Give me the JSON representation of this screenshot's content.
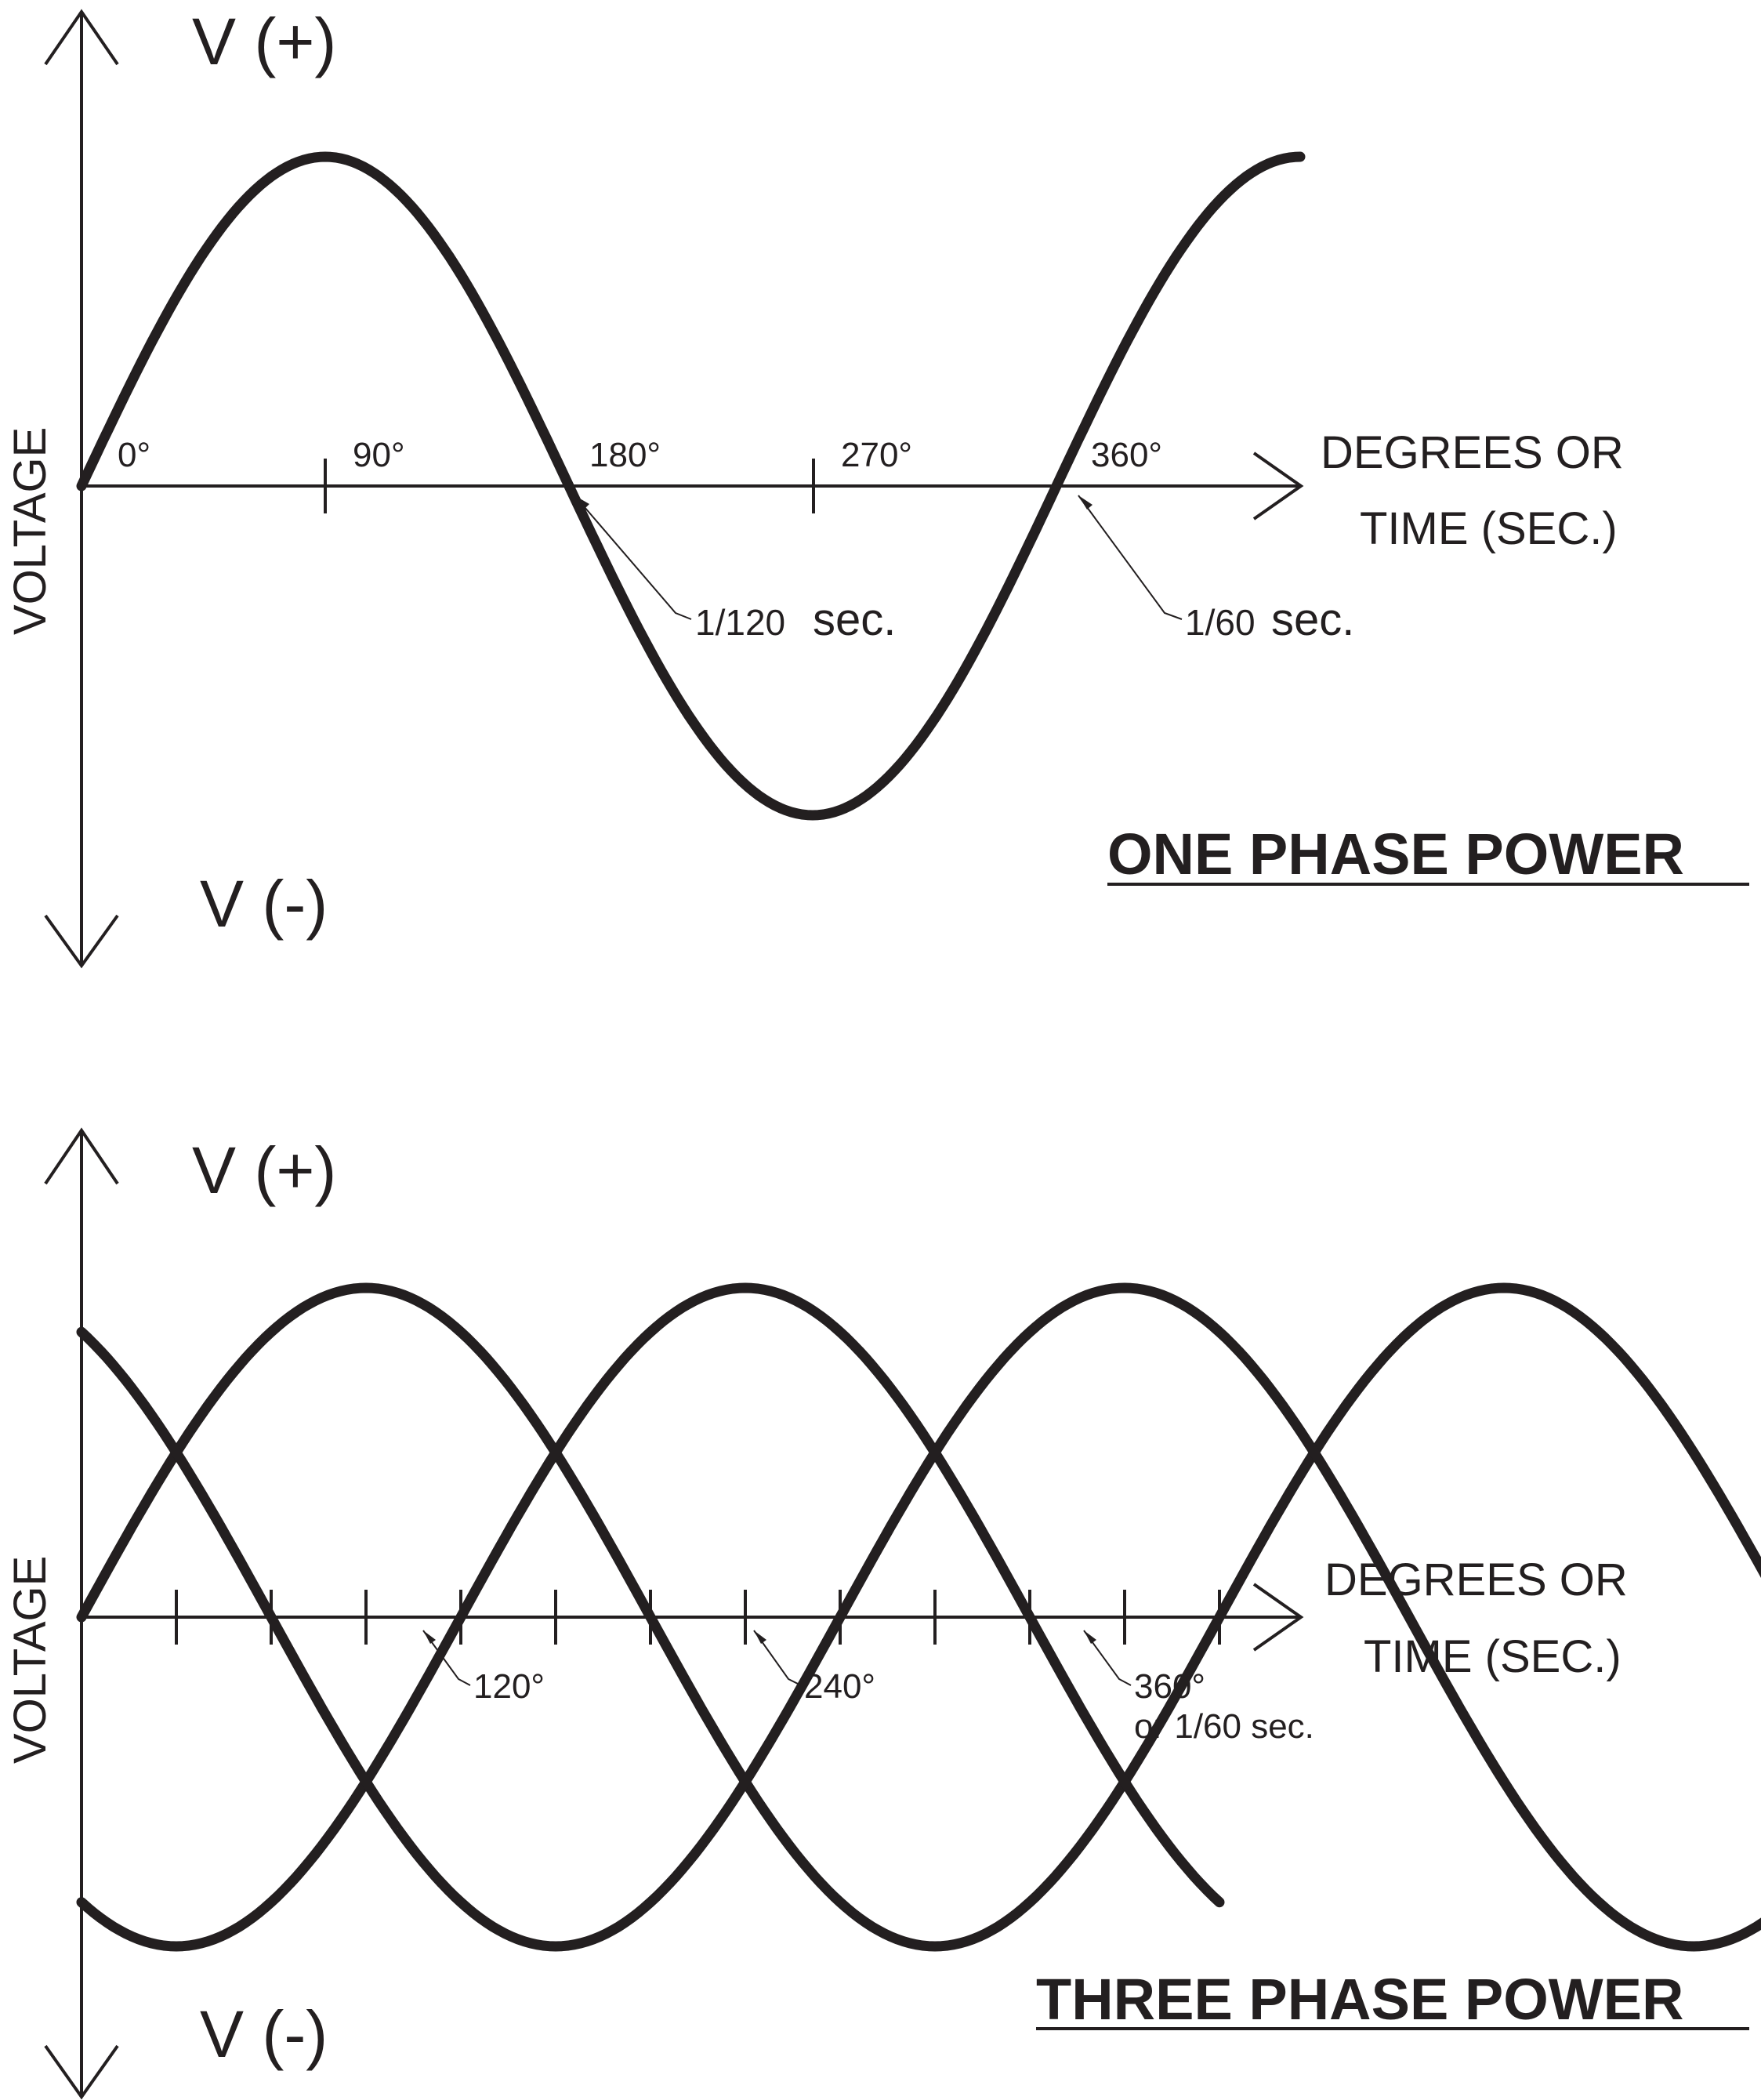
{
  "figure": {
    "one_phase": {
      "vplus": "V (+)",
      "vminus": "V (-)",
      "ylabel": "VOLTAGE",
      "xlabel_line1": "DEGREES OR",
      "xlabel_line2": "TIME (SEC.)",
      "degree_labels": [
        "0°",
        "90°",
        "180°",
        "270°",
        "360°"
      ],
      "annot_120_num": "1/120",
      "annot_120_unit": "sec.",
      "annot_60_num": "1/60",
      "annot_60_unit": "sec.",
      "title": "ONE PHASE POWER"
    },
    "three_phase": {
      "vplus": "V (+)",
      "vminus": "V (-)",
      "ylabel": "VOLTAGE",
      "xlabel_line1": "DEGREES OR",
      "xlabel_line2": "TIME (SEC.)",
      "label_120": "120°",
      "label_240": "240°",
      "label_360": "360°",
      "label_360_sub": "or 1/60 sec.",
      "title": "THREE PHASE POWER",
      "phase_offsets_deg": [
        0,
        120,
        240
      ]
    }
  }
}
